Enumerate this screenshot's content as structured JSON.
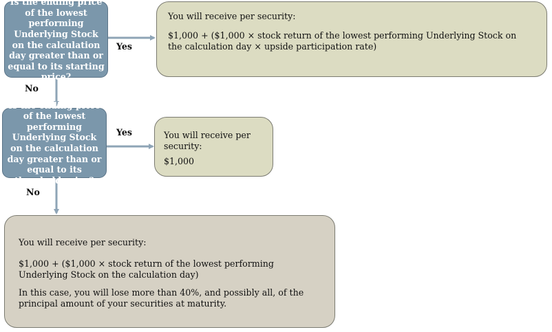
{
  "colors": {
    "question_fill": "#7b97ab",
    "answer_fill_green": "#dcdcc2",
    "answer_fill_tan": "#d6d1c4",
    "arrow": "#8ea4b6"
  },
  "question1": {
    "text": "Is the ending price of the lowest performing Underlying Stock on the calculation day greater than or equal to its starting price?"
  },
  "question2": {
    "text": "Is the ending price of the lowest performing Underlying Stock on the calculation day greater than or equal to its threshold price?"
  },
  "labels": {
    "yes1": "Yes",
    "no1": "No",
    "yes2": "Yes",
    "no2": "No"
  },
  "outcome1": {
    "heading": "You will receive per security:",
    "formula": "$1,000 + ($1,000 × stock return of the lowest performing Underlying Stock on the calculation day × upside participation rate)"
  },
  "outcome2": {
    "heading": "You will receive per security:",
    "amount": "$1,000"
  },
  "outcome3": {
    "heading": "You will receive per security:",
    "formula": "$1,000 + ($1,000 × stock return of the lowest performing Underlying Stock on the calculation day)",
    "note": "In this case, you will lose more than 40%, and possibly all, of the principal amount of your securities at maturity."
  }
}
